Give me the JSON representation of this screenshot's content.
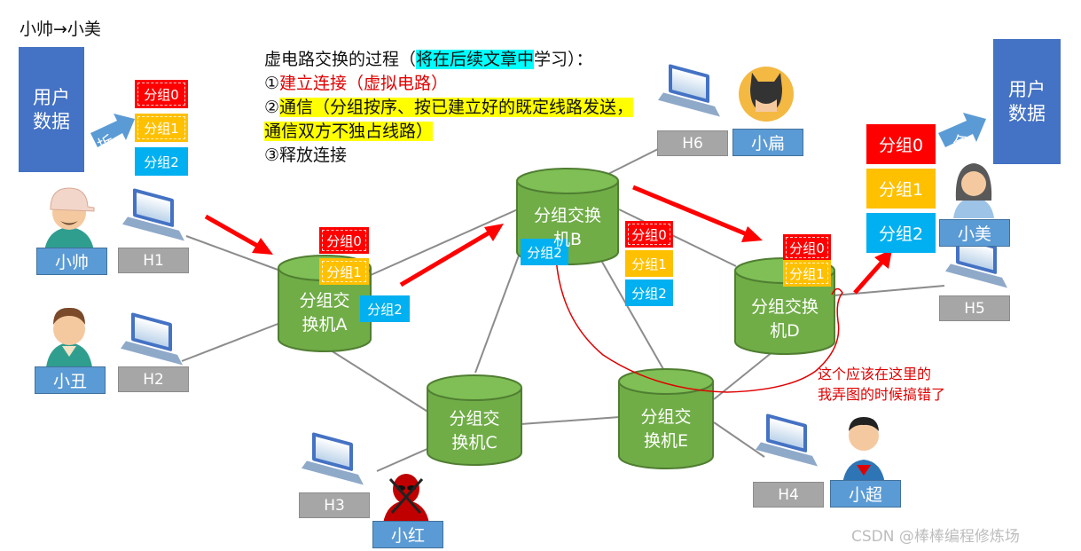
{
  "title": "小帅→小美",
  "description": {
    "line1_pre": "虚电路交换的过程（",
    "line1_highlight": "将在后续文章中",
    "line1_post": "学习）：",
    "step1_num": "①",
    "step1_text": "建立连接（虚拟电路）",
    "step2_num": "②",
    "step2_text": "通信（分组按序、按已建立好的既定线路发送，通信双方不独占线路）",
    "step3": "③释放连接"
  },
  "sender_data": "用户\n数据",
  "receiver_data": "用户\n数据",
  "split_label": "拆",
  "merge_label": "合",
  "packets": [
    "分组0",
    "分组1",
    "分组2"
  ],
  "switches": {
    "A": "分组交\n换机A",
    "B": "分组交换\n机B",
    "C": "分组交\n换机C",
    "D": "分组交换\n机D",
    "E": "分组交\n换机E"
  },
  "hosts": {
    "H1": "H1",
    "H2": "H2",
    "H3": "H3",
    "H4": "H4",
    "H5": "H5",
    "H6": "H6"
  },
  "people": {
    "shuai": "小帅",
    "chou": "小丑",
    "hong": "小红",
    "chao": "小超",
    "mei": "小美",
    "bian": "小扁"
  },
  "note": "这个应该在这里的\n我弄图的时候搞错了",
  "watermark": "CSDN @棒棒编程修炼场",
  "colors": {
    "switch_green": "#70ad47",
    "user_box": "#4472c4",
    "packet0": "#ff0000",
    "packet1": "#ffc000",
    "packet2": "#00b0f0",
    "arrow_red": "#ff0000",
    "host_label": "#a6a6a6",
    "person_label": "#5b9bd5"
  }
}
